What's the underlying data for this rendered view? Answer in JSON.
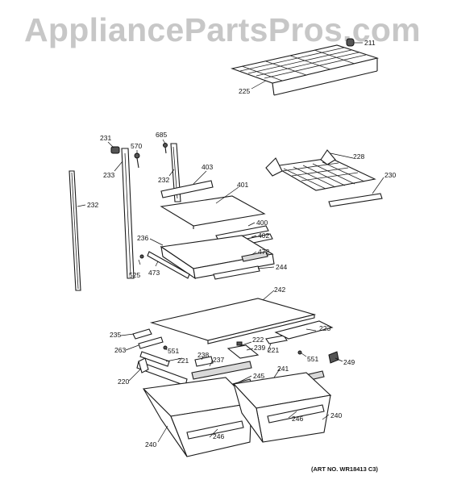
{
  "watermark": "AppliancePartsPros.com",
  "art_number": "(ART NO. WR18413 C3)",
  "callouts": {
    "c211": "211",
    "c225": "225",
    "c231": "231",
    "c570": "570",
    "c685": "685",
    "c233": "233",
    "c232a": "232",
    "c232b": "232",
    "c403": "403",
    "c401": "401",
    "c228": "228",
    "c230": "230",
    "c400": "400",
    "c402": "402",
    "c236": "236",
    "c472": "472",
    "c525": "525",
    "c473": "473",
    "c244": "244",
    "c242": "242",
    "c235": "235",
    "c263": "263",
    "c551a": "551",
    "c221a": "221",
    "c238": "238",
    "c237": "237",
    "c222": "222",
    "c239": "239",
    "c221b": "221",
    "c223": "223",
    "c551b": "551",
    "c249": "249",
    "c241": "241",
    "c220": "220",
    "c245": "245",
    "c246a": "246",
    "c240a": "240",
    "c240b": "240",
    "c246b": "246"
  }
}
